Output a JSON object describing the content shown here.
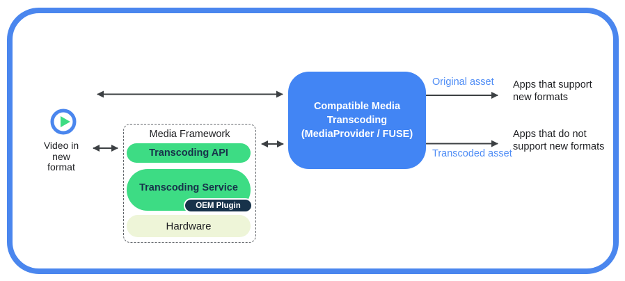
{
  "diagram": {
    "video_source": {
      "icon": "play-icon",
      "label": "Video in\nnew\nformat"
    },
    "media_framework": {
      "title": "Media Framework",
      "layers": [
        {
          "label": "Transcoding API"
        },
        {
          "label": "Transcoding Service",
          "plugin": "OEM Plugin"
        },
        {
          "label": "Hardware"
        }
      ]
    },
    "transcoding_box": {
      "title": "Compatible Media\nTranscoding",
      "subtitle": "(MediaProvider / FUSE)"
    },
    "outputs": [
      {
        "asset_label": "Original asset",
        "target": "Apps that support\nnew formats"
      },
      {
        "asset_label": "Transcoded asset",
        "target": "Apps that do not\nsupport new formats"
      }
    ],
    "colors": {
      "frame_blue": "#4a86ee",
      "box_blue": "#4285f4",
      "green": "#3ddc84",
      "dark_navy": "#17324a",
      "cream": "#eef5d8",
      "arrow_gray": "#3c4043",
      "label_blue": "#4e8cf5"
    }
  }
}
